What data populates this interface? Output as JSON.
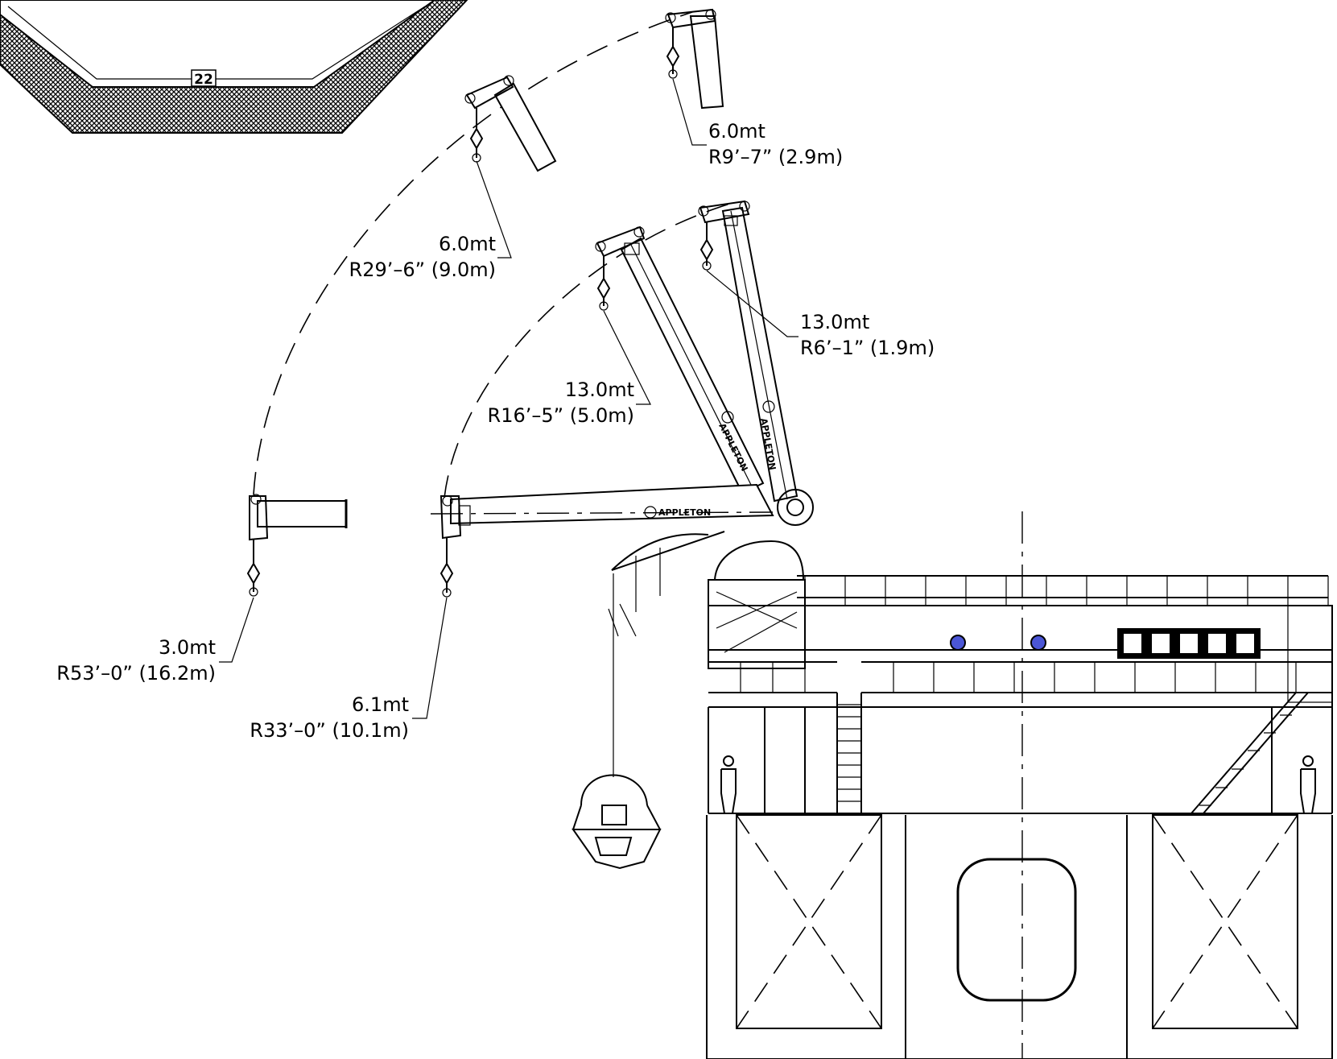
{
  "pier_number": "22",
  "brand_text": "APPLETON",
  "colors": {
    "line": "#000000",
    "background": "#ffffff",
    "light_fill": "#4b56d6"
  },
  "labels": [
    {
      "id": "pos-a",
      "capacity": "6.0mt",
      "radius": "R9’–7”  (2.9m)"
    },
    {
      "id": "pos-b",
      "capacity": "6.0mt",
      "radius": "R29’–6”  (9.0m)"
    },
    {
      "id": "pos-c",
      "capacity": "13.0mt",
      "radius": "R6’–1”  (1.9m)"
    },
    {
      "id": "pos-d",
      "capacity": "13.0mt",
      "radius": "R16’–5”  (5.0m)"
    },
    {
      "id": "pos-e",
      "capacity": "3.0mt",
      "radius": "R53’–0”  (16.2m)"
    },
    {
      "id": "pos-f",
      "capacity": "6.1mt",
      "radius": "R33’–0”  (10.1m)"
    }
  ]
}
